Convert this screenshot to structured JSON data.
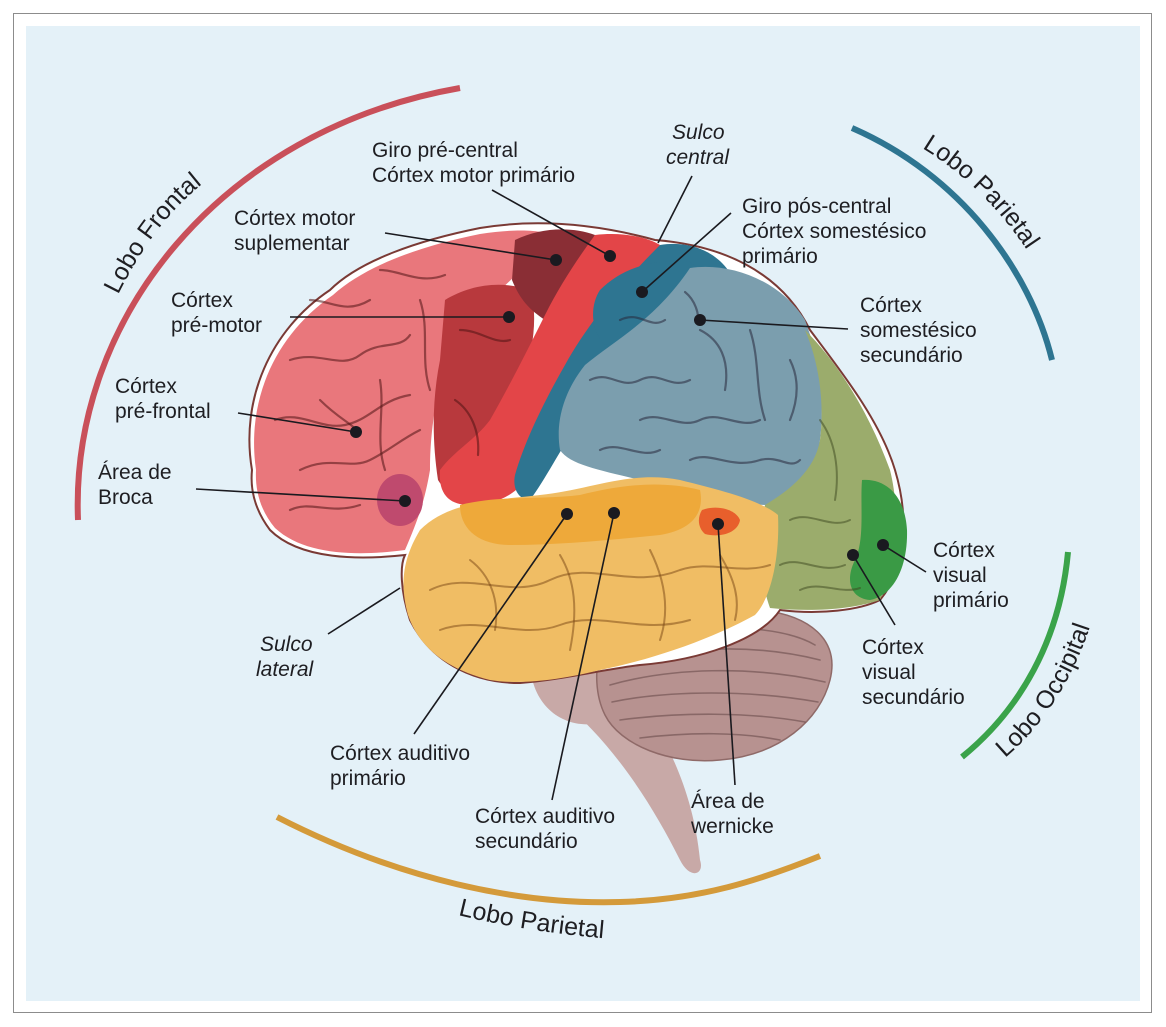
{
  "diagram": {
    "language": "pt-BR",
    "subject": "Áreas funcionais do córtex cerebral",
    "colors": {
      "panel_background": "#e4f1f8",
      "frontal_arc": "#c9505a",
      "parietal_arc": "#2e7591",
      "occipital_arc": "#3aa34a",
      "bottom_arc": "#d49a3a",
      "prefrontal": "#e9777c",
      "premotor": "#b8393d",
      "supplementary_motor": "#8a2e35",
      "primary_motor": "#e34548",
      "broca": "#bf4a6e",
      "primary_somatosensory": "#2e7591",
      "secondary_somatosensory": "#7b9eae",
      "temporal_auditory": "#f0bd64",
      "primary_auditory": "#eea93a",
      "wernicke": "#e85f2c",
      "visual_secondary": "#9bac6c",
      "visual_primary": "#3a9a45",
      "cerebellum": "#b79290",
      "brainstem": "#c8a9a7"
    },
    "lobes": [
      {
        "id": "frontal",
        "label": "Lobo Frontal"
      },
      {
        "id": "parietal",
        "label": "Lobo Parietal"
      },
      {
        "id": "occipital",
        "label": "Lobo Occipital"
      },
      {
        "id": "bottom",
        "label": "Lobo Parietal"
      }
    ],
    "labels": {
      "giro_pre_central": [
        "Giro pré-central",
        "Córtex motor primário"
      ],
      "sulco_central": [
        "Sulco",
        "central"
      ],
      "motor_suplementar": [
        "Córtex motor",
        "suplementar"
      ],
      "giro_pos_central": [
        "Giro pós-central",
        "Córtex somestésico",
        "primário"
      ],
      "pre_motor": [
        "Córtex",
        "pré-motor"
      ],
      "somestesico_secundario": [
        "Córtex",
        "somestésico",
        "secundário"
      ],
      "pre_frontal": [
        "Córtex",
        "pré-frontal"
      ],
      "broca": [
        "Área de",
        "Broca"
      ],
      "visual_primario": [
        "Córtex",
        "visual",
        "primário"
      ],
      "sulco_lateral": [
        "Sulco",
        "lateral"
      ],
      "visual_secundario": [
        "Córtex",
        "visual",
        "secundário"
      ],
      "auditivo_primario": [
        "Córtex auditivo",
        "primário"
      ],
      "auditivo_secundario": [
        "Córtex auditivo",
        "secundário"
      ],
      "wernicke": [
        "Área de",
        "wernicke"
      ]
    }
  }
}
